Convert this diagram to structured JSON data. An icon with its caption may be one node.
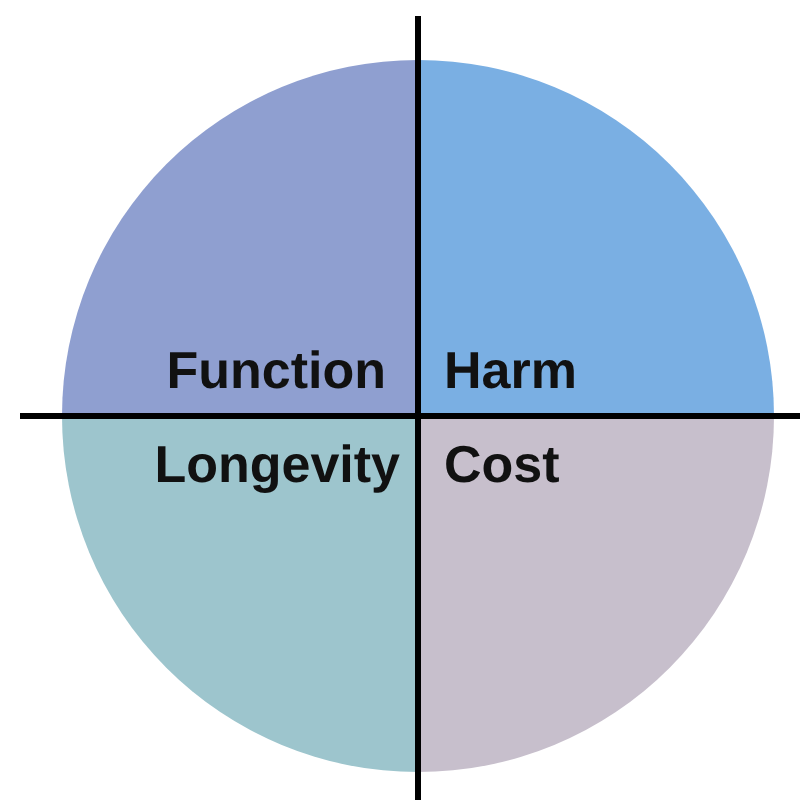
{
  "diagram": {
    "nodes": [
      {
        "text": [
          "Function"
        ]
      },
      {
        "text": [
          "Harm"
        ]
      },
      {
        "text": [
          "Longevity"
        ]
      },
      {
        "text": [
          "Cost"
        ]
      }
    ]
  }
}
